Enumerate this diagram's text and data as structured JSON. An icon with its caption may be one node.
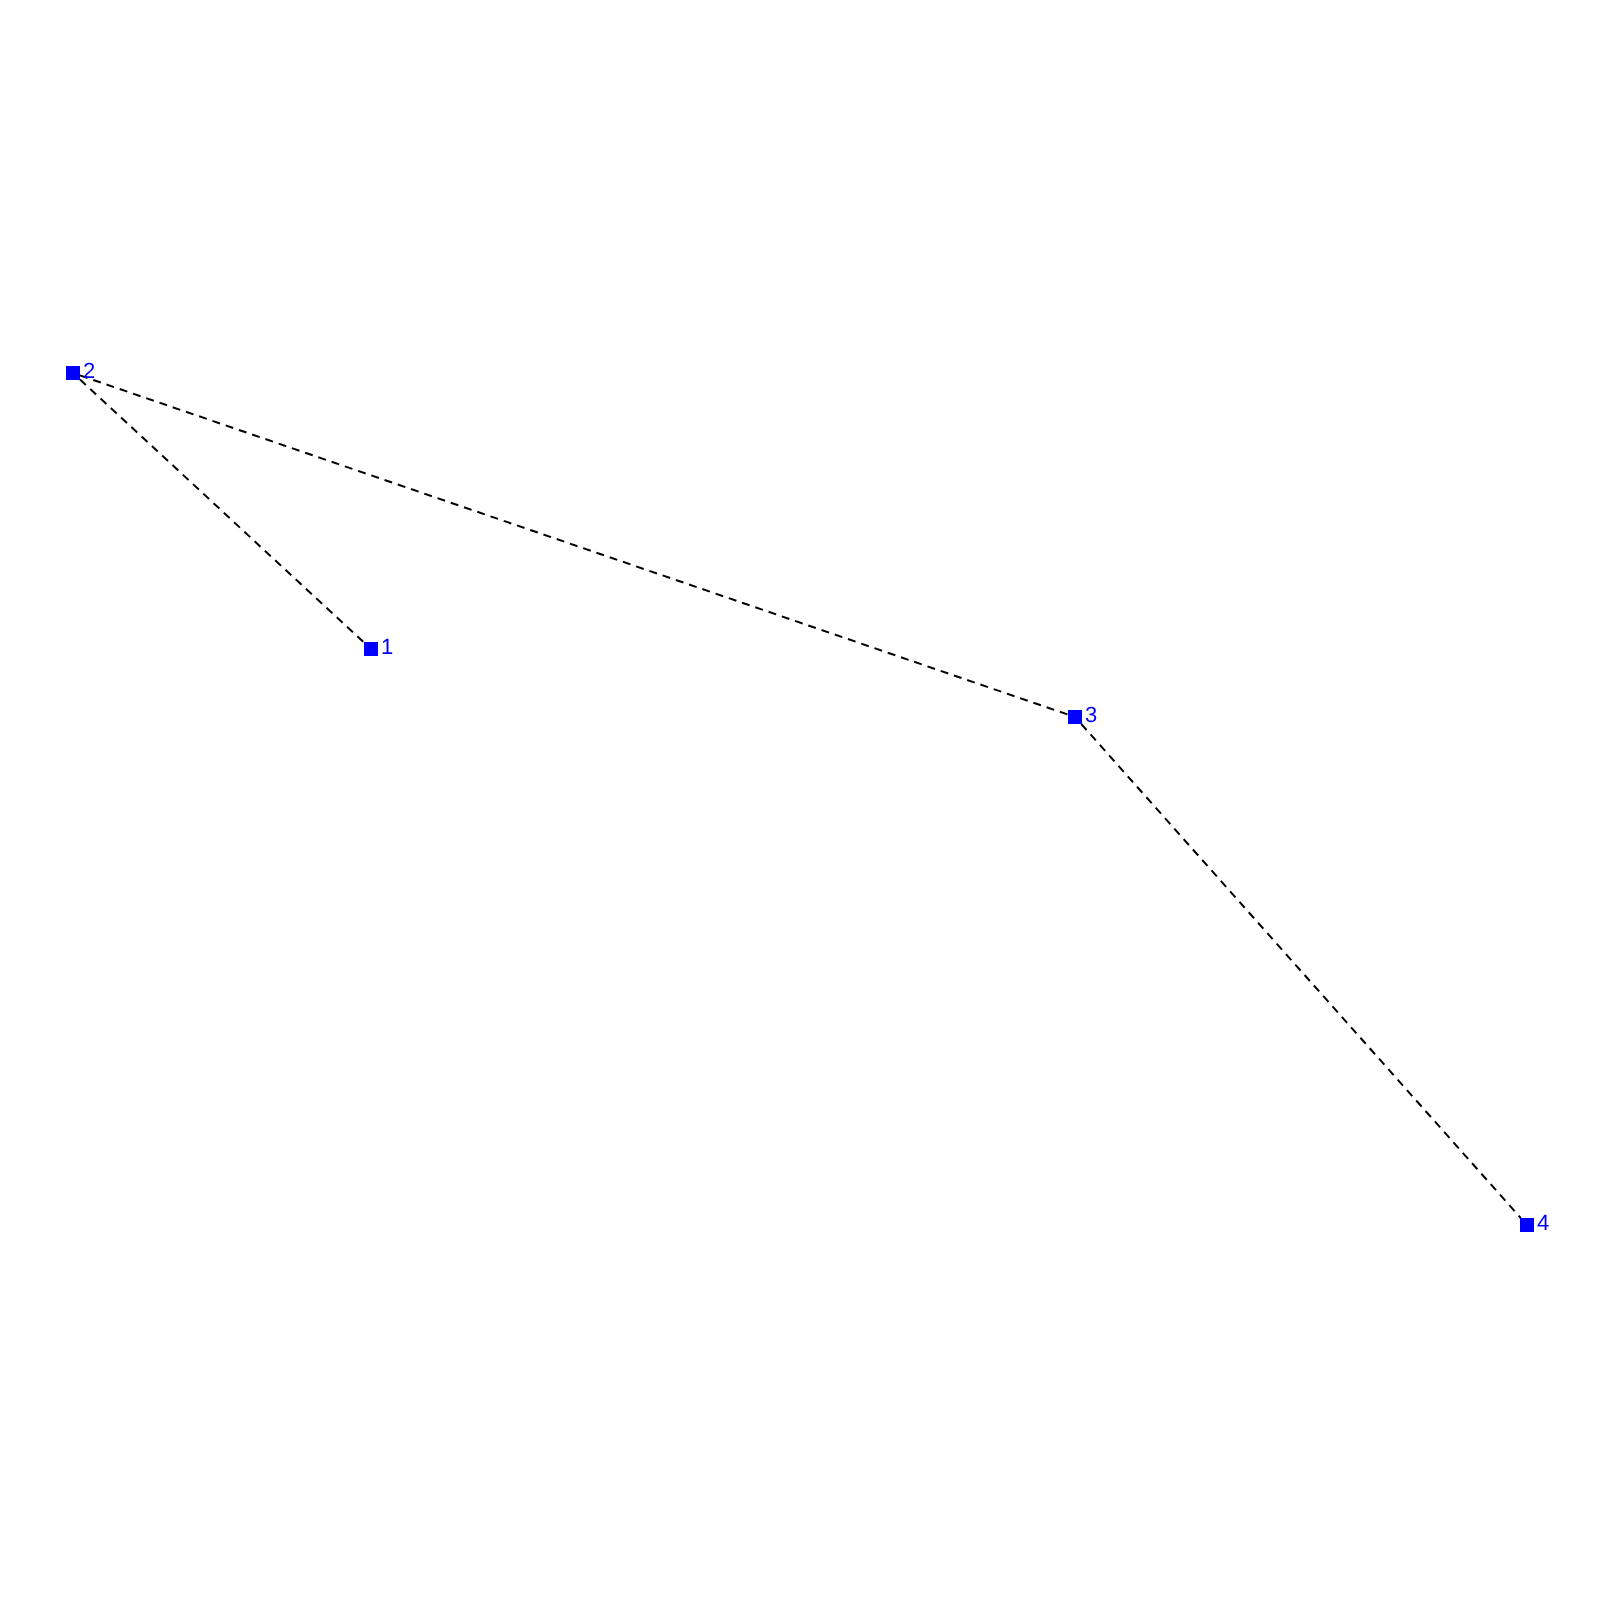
{
  "diagram": {
    "nodes": [
      {
        "text": [],
        "shape": "box",
        "beside": [
          "2"
        ]
      },
      {
        "text": [],
        "shape": "box",
        "beside": [
          "1"
        ]
      },
      {
        "text": [],
        "shape": "box",
        "beside": [
          "3"
        ]
      },
      {
        "text": [],
        "shape": "box",
        "beside": [
          "4"
        ]
      }
    ],
    "edges": [
      {
        "from": 0,
        "to": 1,
        "arrow": "none",
        "style": "dashed"
      },
      {
        "from": 0,
        "to": 2,
        "arrow": "none",
        "style": "dashed"
      },
      {
        "from": 2,
        "to": 3,
        "arrow": "none",
        "style": "dashed"
      }
    ]
  }
}
